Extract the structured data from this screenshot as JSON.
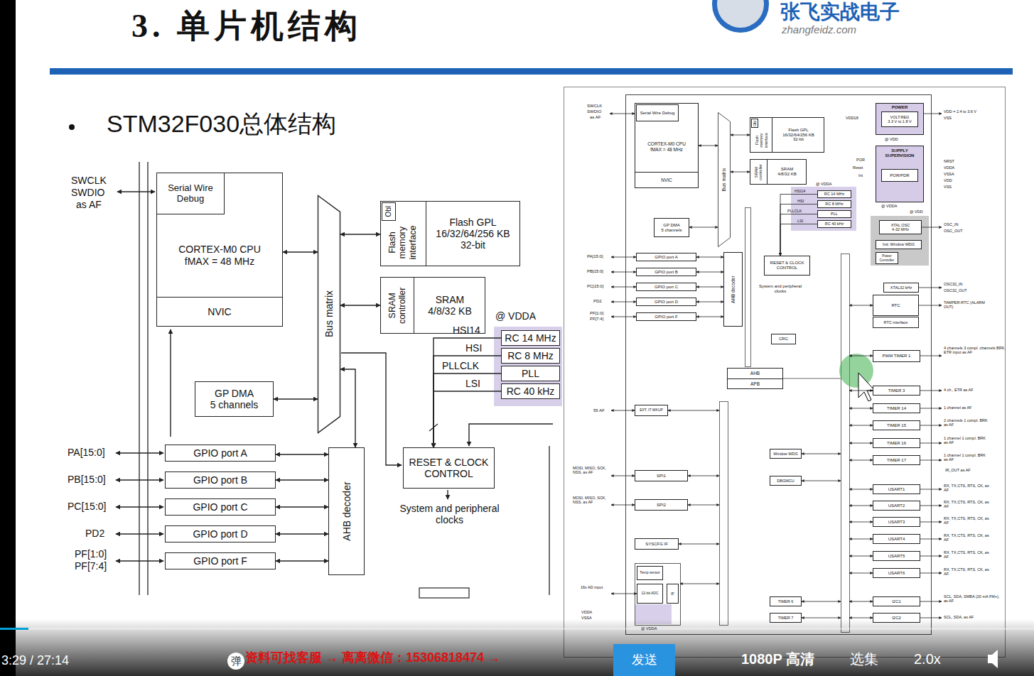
{
  "diagram": {
    "title": "3. 单片机结构",
    "nodes": [
      {
        "text": [
          "CORTEX-M0 CPU",
          "fMAX = 48 MHz"
        ]
      },
      {
        "text": [
          "Serial Wire Debug"
        ],
        "in": 0
      },
      {
        "text": [
          "NVIC"
        ],
        "in": 0
      },
      {
        "text": [
          "Bus matrix"
        ]
      },
      {
        "text": [
          "Flash GPL",
          "16/32/64/256 KB",
          "32-bit"
        ]
      },
      {
        "text": [
          "Obl"
        ],
        "in": 4
      },
      {
        "text": [
          "Flash memory interface"
        ],
        "in": 4
      },
      {
        "text": [
          "SRAM",
          "4/8/32 KB"
        ]
      },
      {
        "text": [
          "SRAM controller"
        ],
        "in": 7
      },
      {
        "text": [
          "GP DMA",
          "5 channels"
        ]
      },
      {
        "text": [
          "GPIO port A"
        ]
      },
      {
        "text": [
          "GPIO port B"
        ]
      },
      {
        "text": [
          "GPIO port C"
        ]
      },
      {
        "text": [
          "GPIO port D"
        ]
      },
      {
        "text": [
          "GPIO port F"
        ]
      },
      {
        "text": [
          "AHB decoder"
        ]
      },
      {
        "text": [
          "RESET & CLOCK CONTROL"
        ]
      },
      {
        "text": [
          "RC 14 MHz"
        ]
      },
      {
        "text": [
          "RC 8 MHz"
        ]
      },
      {
        "text": [
          "PLL"
        ]
      },
      {
        "text": [
          "RC 40 kHz"
        ]
      },
      {
        "text": [
          "CORTEX-M0 CPU",
          "fMAX = 48 MHz"
        ]
      },
      {
        "text": [
          "Serial Wire Debug"
        ],
        "in": 21
      },
      {
        "text": [
          "NVIC"
        ],
        "in": 21
      },
      {
        "text": [
          "Bus matrix"
        ]
      },
      {
        "text": [
          "Flash GPL",
          "16/32/64/256 KB",
          "32-bit"
        ]
      },
      {
        "text": [
          "Obl"
        ],
        "in": 25
      },
      {
        "text": [
          "Flash memory interface"
        ],
        "in": 25
      },
      {
        "text": [
          "SRAM",
          "4/8/32 KB"
        ]
      },
      {
        "text": [
          "SRAM controller"
        ],
        "in": 28
      },
      {
        "text": [
          "GP DMA",
          "5 channels"
        ]
      },
      {
        "text": [
          "GPIO port A"
        ]
      },
      {
        "text": [
          "GPIO port B"
        ]
      },
      {
        "text": [
          "GPIO port C"
        ]
      },
      {
        "text": [
          "GPIO port D"
        ]
      },
      {
        "text": [
          "GPIO port F"
        ]
      },
      {
        "text": [
          "AHB decoder"
        ]
      },
      {
        "text": [
          "RC 14 MHz"
        ]
      },
      {
        "text": [
          "RC 8 MHz"
        ]
      },
      {
        "text": [
          "PLL"
        ]
      },
      {
        "text": [
          "RC 40 kHz"
        ]
      },
      {
        "text": [
          "RESET & CLOCK CONTROL"
        ]
      },
      {
        "text": [
          "POWER"
        ]
      },
      {
        "text": [
          "VOLT.REG",
          "3.3 V to 1.8 V"
        ],
        "in": 42
      },
      {
        "text": [
          "SUPPLY SUPERVISION"
        ]
      },
      {
        "text": [
          "POR/PDR"
        ],
        "in": 44
      },
      {
        "text": [
          "XTAL OSC",
          "4-32 MHz"
        ]
      },
      {
        "text": [
          "Ind. Window WDG"
        ]
      },
      {
        "text": [
          "Power Controller"
        ]
      },
      {
        "text": [
          "XTAL32 kHz"
        ]
      },
      {
        "text": [
          "RTC"
        ]
      },
      {
        "text": [
          "RTC interface"
        ]
      },
      {
        "text": [
          "CRC"
        ]
      },
      {
        "text": [
          "AHB",
          "APB"
        ]
      },
      {
        "text": [
          "PWM TIMER 1"
        ]
      },
      {
        "text": [
          "TIMER 3"
        ]
      },
      {
        "text": [
          "TIMER 14"
        ]
      },
      {
        "text": [
          "TIMER 15"
        ]
      },
      {
        "text": [
          "TIMER 16"
        ]
      },
      {
        "text": [
          "TIMER 17"
        ]
      },
      {
        "text": [
          "USART1"
        ]
      },
      {
        "text": [
          "USART2"
        ]
      },
      {
        "text": [
          "USART3"
        ]
      },
      {
        "text": [
          "USART4"
        ]
      },
      {
        "text": [
          "USART5"
        ]
      },
      {
        "text": [
          "USART6"
        ]
      },
      {
        "text": [
          "I2C1"
        ]
      },
      {
        "text": [
          "I2C2"
        ]
      },
      {
        "text": [
          "EXT. IT WKUP"
        ]
      },
      {
        "text": [
          "Window WDG"
        ]
      },
      {
        "text": [
          "DBGMCU"
        ]
      },
      {
        "text": [
          "SPI1"
        ]
      },
      {
        "text": [
          "SPI2"
        ]
      },
      {
        "text": [
          "SYSCFG IF"
        ]
      },
      {
        "text": [
          "Temp sensor"
        ]
      },
      {
        "text": [
          "12-bit ADC"
        ]
      },
      {
        "text": [
          "IF"
        ]
      },
      {
        "text": [
          "TIMER 6"
        ]
      },
      {
        "text": [
          "TIMER 7"
        ]
      },
      {
        "text": [
          "发送"
        ]
      }
    ],
    "edges": [
      {
        "from": 0,
        "to": 3,
        "arrow": "both"
      },
      {
        "from": 3,
        "to": 4,
        "arrow": "both"
      },
      {
        "from": 3,
        "to": 7,
        "arrow": "both"
      },
      {
        "from": 9,
        "to": 3,
        "arrow": "both"
      },
      {
        "from": 10,
        "to": 15,
        "arrow": "both"
      },
      {
        "from": 11,
        "to": 15,
        "arrow": "both"
      },
      {
        "from": 12,
        "to": 15,
        "arrow": "both"
      },
      {
        "from": 13,
        "to": 15,
        "arrow": "both"
      },
      {
        "from": 14,
        "to": 15,
        "arrow": "both"
      },
      {
        "from": 3,
        "to": 15,
        "arrow": "both"
      },
      {
        "from": 17,
        "to": 16,
        "arrow": "to"
      },
      {
        "from": 18,
        "to": 16,
        "arrow": "to"
      },
      {
        "from": 19,
        "to": 16,
        "arrow": "to"
      },
      {
        "from": 20,
        "to": 16,
        "arrow": "to"
      },
      {
        "from": 21,
        "to": 24,
        "arrow": "both"
      },
      {
        "from": 24,
        "to": 25,
        "arrow": "both"
      },
      {
        "from": 24,
        "to": 28,
        "arrow": "both"
      },
      {
        "from": 30,
        "to": 24,
        "arrow": "both"
      },
      {
        "from": 31,
        "to": 36,
        "arrow": "both"
      },
      {
        "from": 32,
        "to": 36,
        "arrow": "both"
      },
      {
        "from": 33,
        "to": 36,
        "arrow": "both"
      },
      {
        "from": 34,
        "to": 36,
        "arrow": "both"
      },
      {
        "from": 35,
        "to": 36,
        "arrow": "both"
      },
      {
        "from": 37,
        "to": 41,
        "arrow": "to"
      },
      {
        "from": 38,
        "to": 41,
        "arrow": "to"
      },
      {
        "from": 39,
        "to": 41,
        "arrow": "to"
      },
      {
        "from": 40,
        "to": 41,
        "arrow": "to"
      }
    ],
    "labels": [
      "STM32F030总体结构",
      "张飞实战电子",
      "zhangfeidz.com",
      "SWCLK",
      "SWDIO",
      "as AF",
      "PA[15:0]",
      "PB[15:0]",
      "PC[15:0]",
      "PD2",
      "PF[1:0]",
      "PF[7:4]",
      "@ VDDA",
      "HSI14",
      "HSI",
      "PLLCLK",
      "LSI",
      "System and peripheral clocks",
      "SWCLK",
      "SWDIO",
      "as AF",
      "PA[15:0]",
      "PB[15:0]",
      "PC[15:0]",
      "PD2",
      "PF[1:0]",
      "PF[7:4]",
      "@ VDDA",
      "HSI14",
      "HSI",
      "PLLCLK",
      "LSI",
      "System and peripheral clocks",
      "VDD18",
      "VDD = 2.4 to 3.6 V",
      "VSS",
      "@ VDD",
      "POR",
      "Reset",
      "Int",
      "NRST",
      "VDDA",
      "VSSA",
      "VDD",
      "VSS",
      "@ VDDA",
      "@ VDD",
      "OSC_IN",
      "OSC_OUT",
      "OSC32_IN",
      "OSC32_OUT",
      "TAMPER-RTC (ALARM OUT)",
      "4 channels 3 compl. channels BRK, ETR input as AF",
      "4 ch., ETR as AF",
      "1 channel as AF",
      "2 channels 1 compl. BRK as AF",
      "1 channel 1 compl. BRK as AF",
      "1 channel 1 compl. BRK as AF",
      "IR_OUT as AF",
      "RX, TX,CTS, RTS, CK, as AF",
      "RX, TX,CTS, RTS, CK, as AF",
      "RX, TX,CTS, RTS, CK, as AF",
      "RX, TX,CTS, RTS, CK, as AF",
      "RX, TX,CTS, RTS, CK, as AF",
      "RX, TX,CTS, RTS, CK, as AF",
      "SCL, SDA, SMBA (20 mA FM+), as AF",
      "SCL, SDA, as AF",
      "55 AF",
      "MOSI, MISO, SCK, NSS, as AF",
      "MOSI, MISO, SCK, NSS, as AF",
      "16x AD input",
      "VDDA",
      "VSSA",
      "@ VDDA",
      "3:29 / 27:14",
      "弹",
      "资料可找客服 → 离离微信：15306818474 →",
      "1080P 高清",
      "选集",
      "2.0x"
    ]
  }
}
